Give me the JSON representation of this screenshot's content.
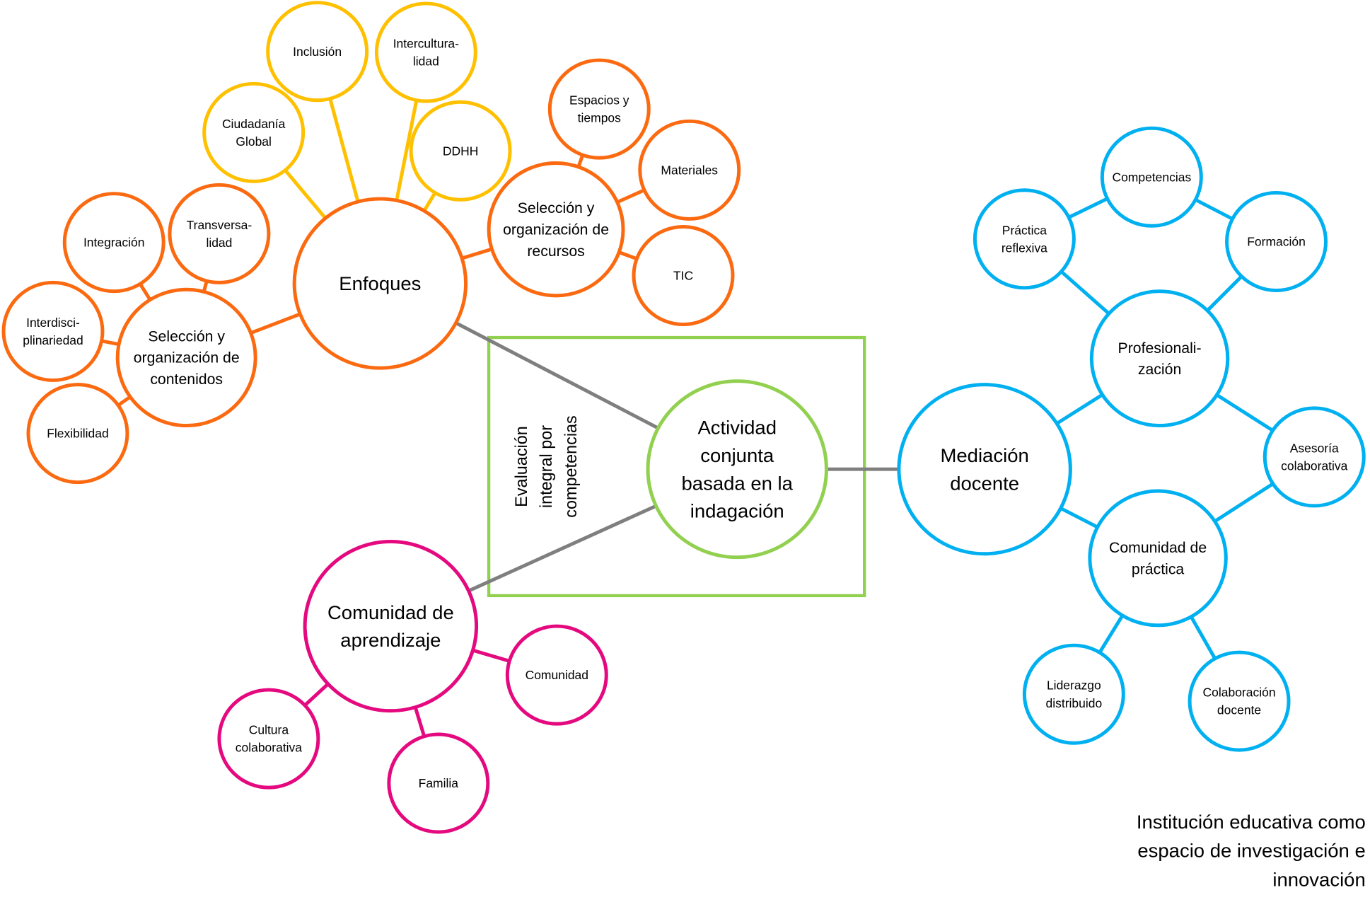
{
  "colors": {
    "orange": "#FB6A10",
    "yellow": "#FFC000",
    "blue": "#00B0F0",
    "magenta": "#E5097F",
    "green": "#92D050",
    "gray": "#7F7F7F"
  },
  "box_label": [
    "Evaluación",
    "integral por",
    "competencias"
  ],
  "footer": [
    "Institución educativa como",
    "espacio de investigación e",
    "innovación"
  ],
  "nodes": [
    {
      "id": "actividad",
      "color": "green",
      "size": "xl",
      "lines": [
        "Actividad",
        "conjunta",
        "basada en la",
        "indagación"
      ]
    },
    {
      "id": "enfoques",
      "color": "orange",
      "size": "xl",
      "lines": [
        "Enfoques"
      ]
    },
    {
      "id": "sel_contenidos",
      "color": "orange",
      "size": "md",
      "lines": [
        "Selección y",
        "organización de",
        "contenidos"
      ]
    },
    {
      "id": "integracion",
      "color": "orange",
      "size": "sm",
      "lines": [
        "Integración"
      ]
    },
    {
      "id": "transversalidad",
      "color": "orange",
      "size": "sm",
      "lines": [
        "Transversa-",
        "lidad"
      ]
    },
    {
      "id": "interdisciplinariedad",
      "color": "orange",
      "size": "sm",
      "lines": [
        "Interdisci-",
        "plinariedad"
      ]
    },
    {
      "id": "flexibilidad",
      "color": "orange",
      "size": "sm",
      "lines": [
        "Flexibilidad"
      ]
    },
    {
      "id": "ciudadania",
      "color": "yellow",
      "size": "sm",
      "lines": [
        "Ciudadanía",
        "Global"
      ]
    },
    {
      "id": "inclusion",
      "color": "yellow",
      "size": "sm",
      "lines": [
        "Inclusión"
      ]
    },
    {
      "id": "interculturalidad",
      "color": "yellow",
      "size": "sm",
      "lines": [
        "Intercultura-",
        "lidad"
      ]
    },
    {
      "id": "ddhh",
      "color": "yellow",
      "size": "sm",
      "lines": [
        "DDHH"
      ]
    },
    {
      "id": "sel_recursos",
      "color": "orange",
      "size": "md",
      "lines": [
        "Selección y",
        "organización de",
        "recursos"
      ]
    },
    {
      "id": "espacios",
      "color": "orange",
      "size": "sm",
      "lines": [
        "Espacios y",
        "tiempos"
      ]
    },
    {
      "id": "materiales",
      "color": "orange",
      "size": "sm",
      "lines": [
        "Materiales"
      ]
    },
    {
      "id": "tic",
      "color": "orange",
      "size": "sm",
      "lines": [
        "TIC"
      ]
    },
    {
      "id": "mediacion",
      "color": "blue",
      "size": "xl",
      "lines": [
        "Mediación",
        "docente"
      ]
    },
    {
      "id": "profesionalizacion",
      "color": "blue",
      "size": "md",
      "lines": [
        "Profesionali-",
        "zación"
      ]
    },
    {
      "id": "competencias",
      "color": "blue",
      "size": "sm",
      "lines": [
        "Competencias"
      ]
    },
    {
      "id": "practica_reflexiva",
      "color": "blue",
      "size": "sm",
      "lines": [
        "Práctica",
        "reflexiva"
      ]
    },
    {
      "id": "formacion",
      "color": "blue",
      "size": "sm",
      "lines": [
        "Formación"
      ]
    },
    {
      "id": "asesoria",
      "color": "blue",
      "size": "sm",
      "lines": [
        "Asesoría",
        "colaborativa"
      ]
    },
    {
      "id": "comunidad_practica",
      "color": "blue",
      "size": "md",
      "lines": [
        "Comunidad de",
        "práctica"
      ]
    },
    {
      "id": "liderazgo",
      "color": "blue",
      "size": "sm",
      "lines": [
        "Liderazgo",
        "distribuido"
      ]
    },
    {
      "id": "colaboracion",
      "color": "blue",
      "size": "sm",
      "lines": [
        "Colaboración",
        "docente"
      ]
    },
    {
      "id": "comunidad_aprendizaje",
      "color": "magenta",
      "size": "xl",
      "lines": [
        "Comunidad de",
        "aprendizaje"
      ]
    },
    {
      "id": "comunidad",
      "color": "magenta",
      "size": "sm",
      "lines": [
        "Comunidad"
      ]
    },
    {
      "id": "cultura",
      "color": "magenta",
      "size": "sm",
      "lines": [
        "Cultura",
        "colaborativa"
      ]
    },
    {
      "id": "familia",
      "color": "magenta",
      "size": "sm",
      "lines": [
        "Familia"
      ]
    }
  ],
  "edges": [
    [
      "enfoques",
      "actividad",
      "gray"
    ],
    [
      "comunidad_aprendizaje",
      "actividad",
      "gray"
    ],
    [
      "actividad",
      "mediacion",
      "gray"
    ],
    [
      "enfoques",
      "sel_contenidos",
      "orange"
    ],
    [
      "sel_contenidos",
      "integracion",
      "orange"
    ],
    [
      "sel_contenidos",
      "transversalidad",
      "orange"
    ],
    [
      "sel_contenidos",
      "interdisciplinariedad",
      "orange"
    ],
    [
      "sel_contenidos",
      "flexibilidad",
      "orange"
    ],
    [
      "enfoques",
      "ciudadania",
      "yellow"
    ],
    [
      "enfoques",
      "inclusion",
      "yellow"
    ],
    [
      "enfoques",
      "interculturalidad",
      "yellow"
    ],
    [
      "enfoques",
      "ddhh",
      "yellow"
    ],
    [
      "enfoques",
      "sel_recursos",
      "orange"
    ],
    [
      "sel_recursos",
      "espacios",
      "orange"
    ],
    [
      "sel_recursos",
      "materiales",
      "orange"
    ],
    [
      "sel_recursos",
      "tic",
      "orange"
    ],
    [
      "mediacion",
      "profesionalizacion",
      "blue"
    ],
    [
      "mediacion",
      "comunidad_practica",
      "blue"
    ],
    [
      "profesionalizacion",
      "practica_reflexiva",
      "blue"
    ],
    [
      "profesionalizacion",
      "formacion",
      "blue"
    ],
    [
      "profesionalizacion",
      "asesoria",
      "blue"
    ],
    [
      "practica_reflexiva",
      "competencias",
      "blue"
    ],
    [
      "competencias",
      "formacion",
      "blue"
    ],
    [
      "asesoria",
      "comunidad_practica",
      "blue"
    ],
    [
      "comunidad_practica",
      "liderazgo",
      "blue"
    ],
    [
      "comunidad_practica",
      "colaboracion",
      "blue"
    ],
    [
      "comunidad_aprendizaje",
      "comunidad",
      "magenta"
    ],
    [
      "comunidad_aprendizaje",
      "cultura",
      "magenta"
    ],
    [
      "comunidad_aprendizaje",
      "familia",
      "magenta"
    ]
  ]
}
